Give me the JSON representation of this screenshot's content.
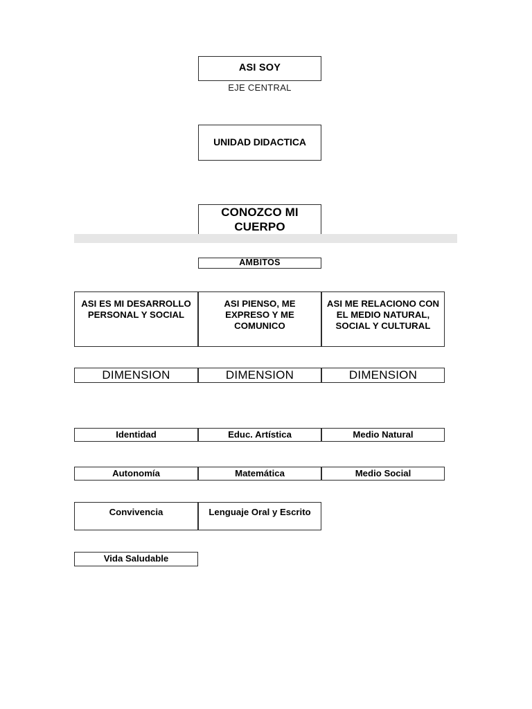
{
  "document": {
    "title": "ASI SOY",
    "subtitle": "EJE CENTRAL",
    "unidad_label": "UNIDAD DIDACTICA",
    "unidad_didactica": "CONOZCO MI CUERPO",
    "ambitos_label": "AMBITOS"
  },
  "ambitos": [
    {
      "text": "ASI ES MI DESARROLLO PERSONAL Y SOCIAL"
    },
    {
      "text": "ASI PIENSO, ME EXPRESO Y ME COMUNICO"
    },
    {
      "text": "ASI ME RELACIONO CON EL MEDIO NATURAL, SOCIAL Y CULTURAL"
    }
  ],
  "dimension_labels": [
    "DIMENSION",
    "DIMENSION",
    "DIMENSION"
  ],
  "dimension_rows": [
    [
      "Identidad",
      "Educ. Artística",
      "Medio Natural"
    ],
    [
      "Autonomía",
      "Matemática",
      "Medio Social"
    ],
    [
      "Convivencia",
      "Lenguaje Oral y Escrito",
      ""
    ],
    [
      "Vida Saludable",
      "",
      ""
    ]
  ],
  "colors": {
    "border": "#2b2b2b",
    "gray_bar": "#e6e6e6",
    "text": "#000000",
    "background": "#ffffff"
  }
}
